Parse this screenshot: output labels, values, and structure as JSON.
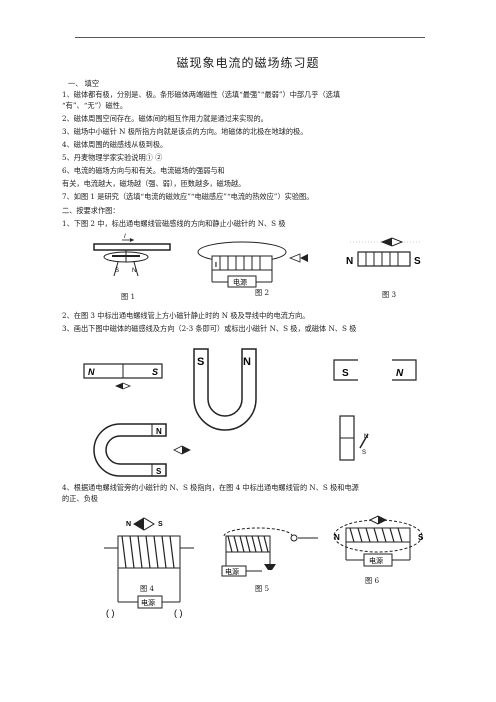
{
  "title": "磁现象电流的磁场练习题",
  "lines": [
    "一、    填空",
    "1、磁体都有极，分别是、极。条形磁体两端磁性（选填“最强”“最弱”）中部几乎（选填",
    "“有”、“无”）磁性。",
    "2、磁体周围空间存在。磁体间的相互作用力就是通过来实现的。",
    "3、磁场中小磁针 N 极所指方向就是该点的方向。地磁体的北极在地球的极。",
    "4、磁体周围的磁感线从极到极。",
    "5、丹麦物理学家实验说明① ②",
    "6、电流的磁场方向与和有关。电流磁场的强弱与和",
    "    有关，电流越大，磁场越（强、弱），匝数越多，磁场越。",
    "7、如图 1 是研究（选填“电流的磁效应”“电磁感应”“电流的热效应”）实验图。",
    "二、按要求作图：",
    "1、下图 2 中，标出通电螺线管磁感线的方向和静止小磁针的 N、S 极",
    "2、在图 3 中标出通电螺线管上方小磁针静止时的 N 极及导线中的电流方向。",
    "3、画出下图中磁体的磁感线及方向（2-3 条即可）或标出小磁针 N、S 极，或磁体 N、S 极",
    "4、根据通电螺线管旁的小磁针的 N、S 极指向，在图 4 中标出通电螺线管的 N、S 极和电源",
    "的正、负极"
  ],
  "captions": {
    "fig1": "图 1",
    "fig2": "图 2",
    "fig3": "图 3",
    "fig4": "图 4",
    "fig5": "图 5",
    "fig6": "图 6"
  },
  "labels": {
    "N": "N",
    "S": "S",
    "I": "I",
    "power": "电源",
    "paren": "( )"
  }
}
